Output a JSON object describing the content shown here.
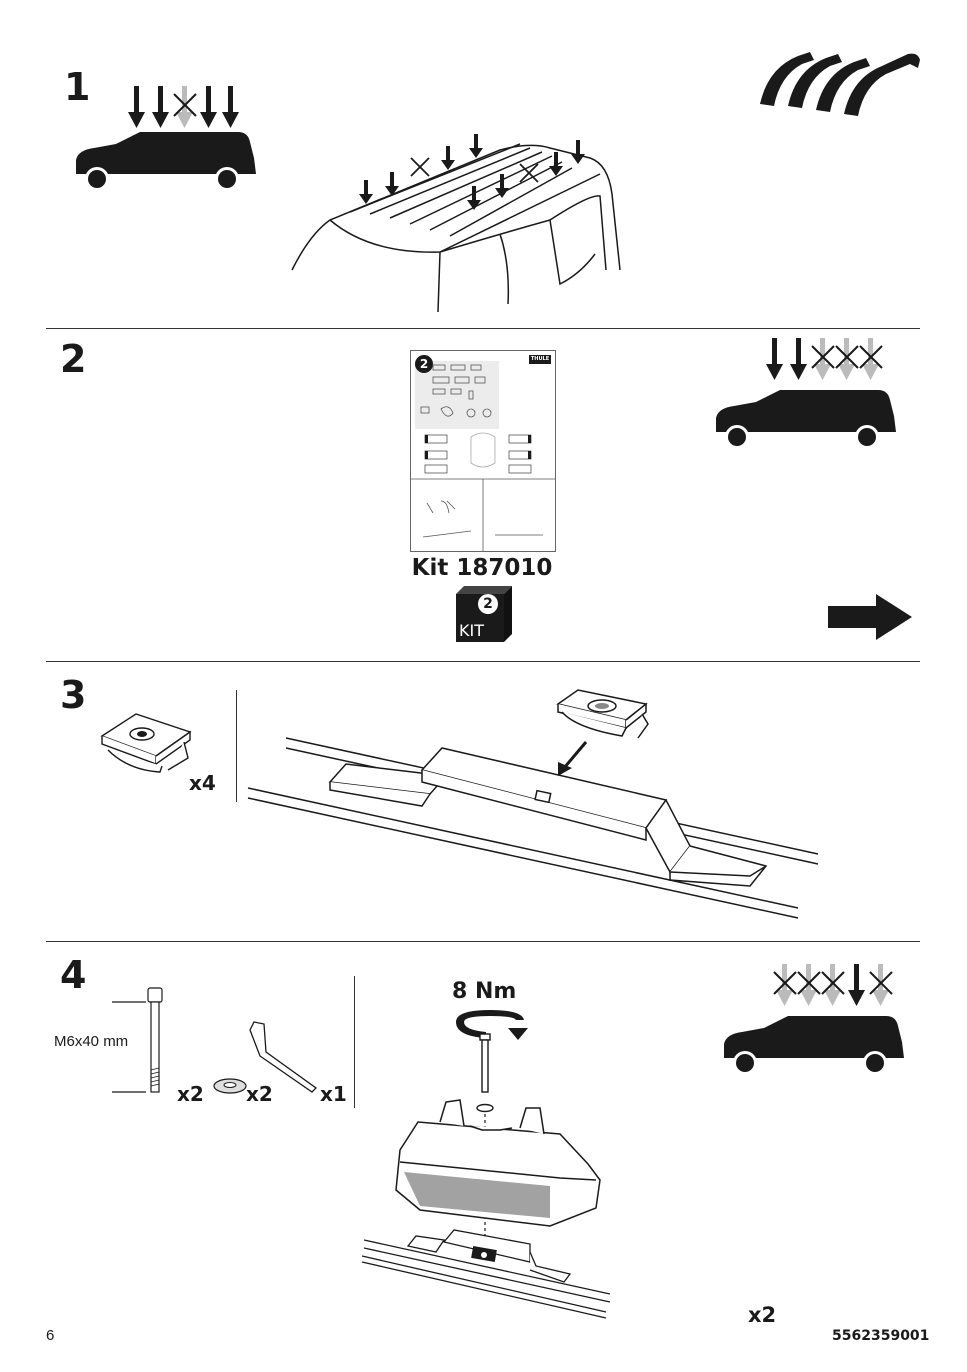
{
  "steps": [
    {
      "number": "1"
    },
    {
      "number": "2"
    },
    {
      "number": "3"
    },
    {
      "number": "4"
    }
  ],
  "step2": {
    "kit_label": "Kit 187010",
    "kit_box_number": "2",
    "kit_box_text": "KIT",
    "booklet_number": "2",
    "booklet_brand": "THULE"
  },
  "step3": {
    "quantity": "x4"
  },
  "step4": {
    "bolt_size": "M6x40 mm",
    "bolt_qty": "x2",
    "washer_qty": "x2",
    "key_qty": "x1",
    "torque": "8 Nm",
    "foot_qty": "x2"
  },
  "footer": {
    "page_number": "6",
    "doc_number": "5562359001"
  }
}
